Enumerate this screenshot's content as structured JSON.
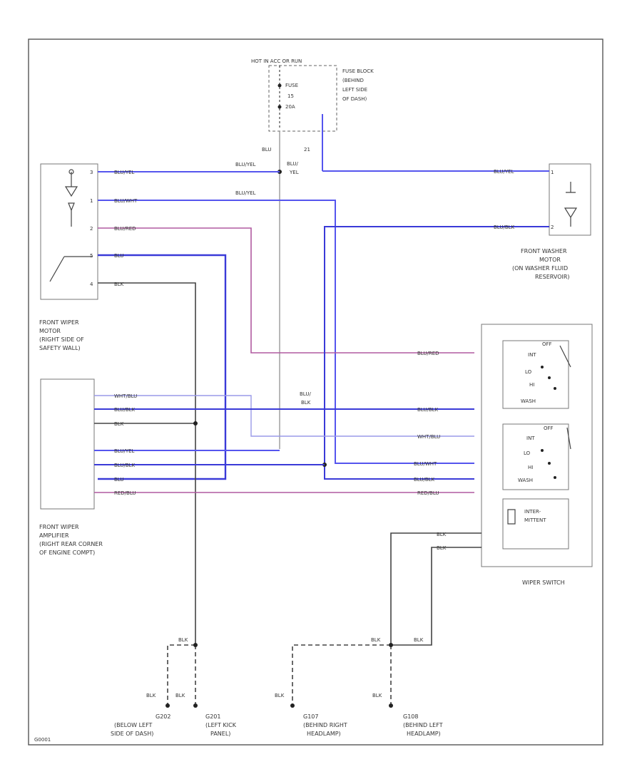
{
  "colors": {
    "blue": "#5555ee",
    "blue_wire": "#3a3ad8",
    "purple": "#b05aa0",
    "pale_blue": "#9a9ae8",
    "black": "#444444"
  },
  "hot": "HOT IN ACC OR RUN",
  "fuse_block": {
    "title": [
      "FUSE BLOCK",
      "(BEHIND",
      "LEFT SIDE",
      "OF DASH)"
    ],
    "fuse": [
      "FUSE",
      "15",
      "20A"
    ]
  },
  "wire_labels": {
    "splice_blu": "BLU",
    "splice_21": "21",
    "blu_yel_left": "BLU/YEL",
    "blu_yel_right_fuse": "BLU/",
    "blu_yel_right_fuse2": "YEL",
    "blu_yel_mid": "BLU/YEL",
    "blu_yel_amp": "BLU/",
    "blu_yel_amp2": "BLK",
    "m1": "BLU/YEL",
    "m2": "BLU/WHT",
    "m3": "BLU/RED",
    "m4": "BLU",
    "m5": "BLK",
    "wm1": "BLU/YEL",
    "wm2": "BLU/BLK",
    "a1": "WHT/BLU",
    "a2": "BLU/BLK",
    "a3": "BLK",
    "a5": "BLU/YEL",
    "a6": "BLU/BLK",
    "a7": "BLU",
    "a8": "RED/BLU",
    "s1": "BLU/RED",
    "s2": "BLU/BLK",
    "s3": "WHT/BLU",
    "s4": "BLU/WHT",
    "s5": "BLU/BLK",
    "s6": "RED/BLU",
    "s7": "BLK",
    "s8": "BLK",
    "g1a": "BLK",
    "g1b": "BLK",
    "g2a": "BLK",
    "g2b": "BLK",
    "g3": "BLK",
    "g4": "BLK",
    "g5": "BLK"
  },
  "pins": {
    "m1": "3",
    "m2": "1",
    "m3": "2",
    "m4": "5",
    "m5": "4",
    "wm1": "1",
    "wm2": "2"
  },
  "components": {
    "wiper_motor": [
      "FRONT WIPER",
      "MOTOR",
      "(RIGHT SIDE OF",
      "SAFETY WALL)"
    ],
    "washer_motor": [
      "FRONT WASHER",
      "MOTOR",
      "(ON WASHER FLUID",
      "RESERVOIR)"
    ],
    "amplifier": [
      "FRONT WIPER",
      "AMPLIFIER",
      "(RIGHT REAR CORNER",
      "OF ENGINE COMPT)"
    ],
    "wiper_switch": "WIPER SWITCH",
    "switch_a": {
      "off": "OFF",
      "int": "INT",
      "lo": "LO",
      "hi": "HI",
      "wash": "WASH"
    },
    "switch_b": {
      "off": "OFF",
      "int": "INT",
      "lo": "LO",
      "hi": "HI",
      "wash": "WASH"
    },
    "inter_adj": [
      "INTER-",
      "MITTENT"
    ]
  },
  "grounds": {
    "g202": {
      "id": "G202",
      "desc": [
        "(BELOW LEFT",
        "SIDE OF DASH)"
      ]
    },
    "g201": {
      "id": "G201",
      "desc": [
        "(LEFT KICK",
        "PANEL)"
      ]
    },
    "g107": {
      "id": "G107",
      "desc": [
        "(BEHIND RIGHT",
        "HEADLAMP)"
      ]
    },
    "g108": {
      "id": "G108",
      "desc": [
        "(BEHIND LEFT",
        "HEADLAMP)"
      ]
    }
  },
  "footer_code": "G0001"
}
